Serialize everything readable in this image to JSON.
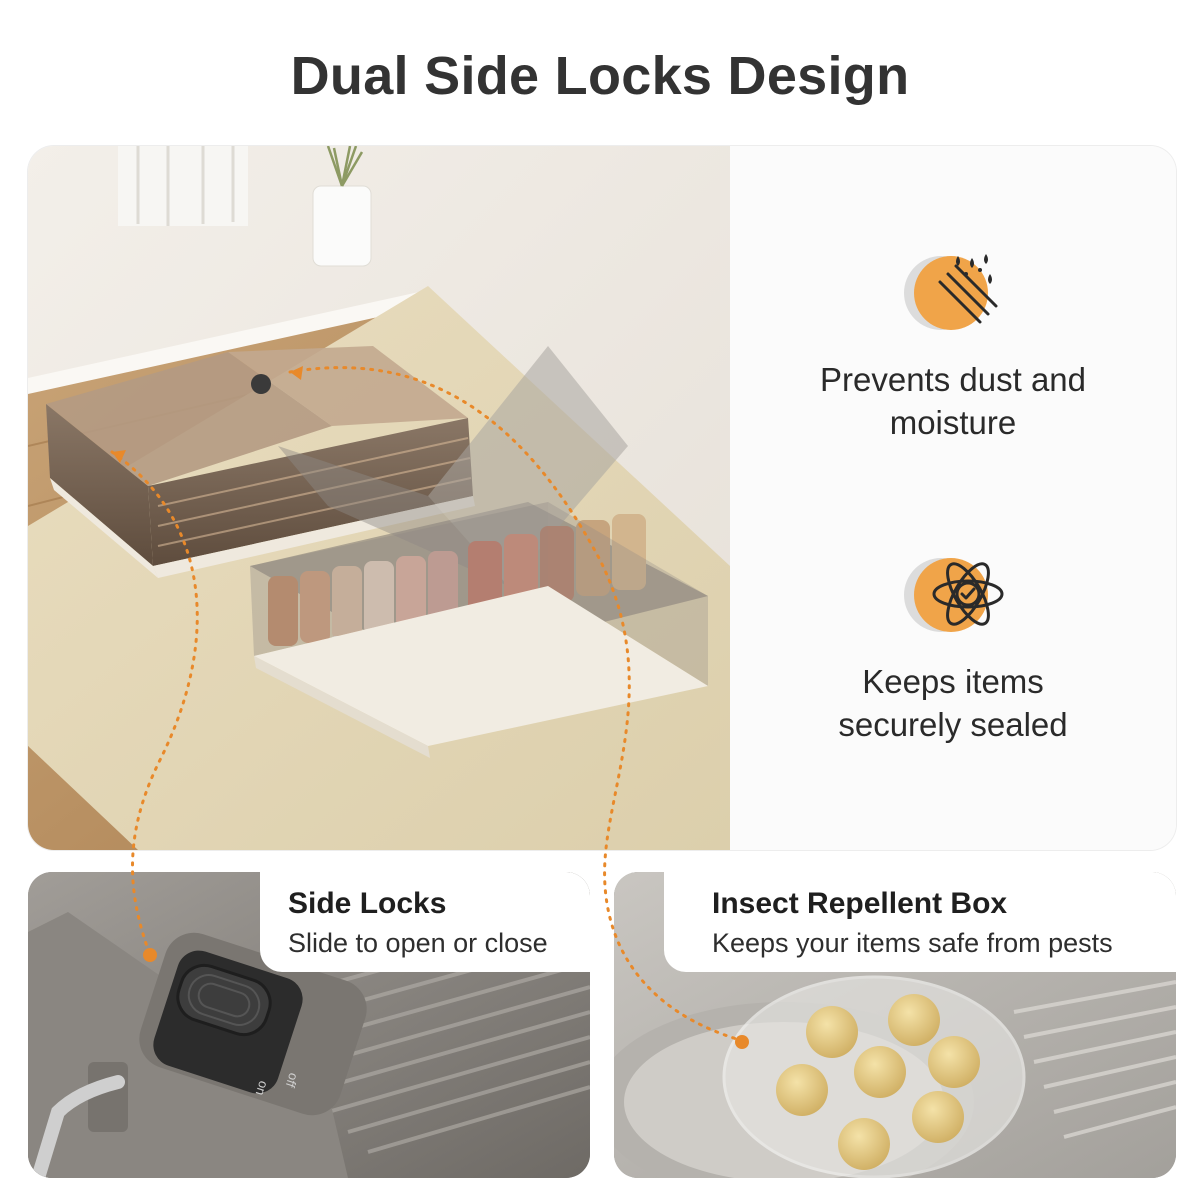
{
  "title": "Dual Side Locks Design",
  "features": [
    {
      "icon": "dust-moisture-icon",
      "line1": "Prevents dust and",
      "line2": "moisture"
    },
    {
      "icon": "sealed-atom-check-icon",
      "line1": "Keeps items",
      "line2": "securely sealed"
    }
  ],
  "side_locks": {
    "title": "Side Locks",
    "description": "Slide to open or close",
    "on_label": "on",
    "off_label": "off"
  },
  "insect_box": {
    "title": "Insect Repellent Box",
    "description": "Keeps your items safe from pests"
  },
  "colors": {
    "accent_orange": "#f0a449",
    "dotted_line": "#e8892a",
    "text_dark": "#2a2a2a"
  }
}
